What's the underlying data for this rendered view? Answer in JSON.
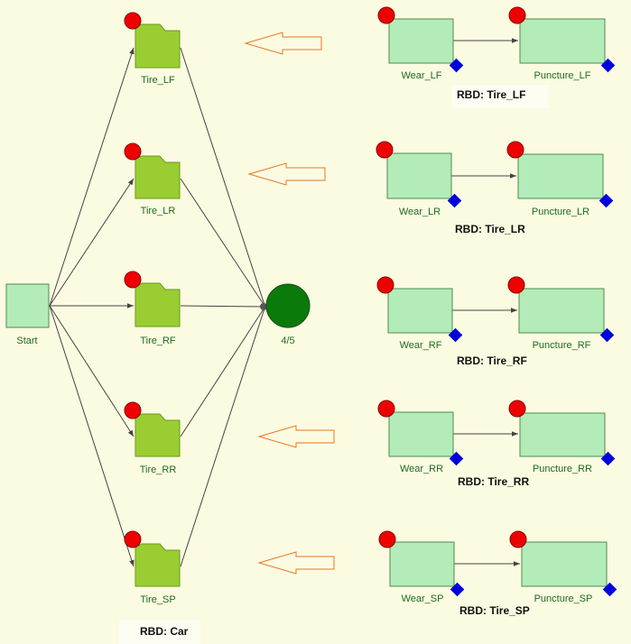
{
  "colors": {
    "background": "#fbfbe2",
    "block_fill": "#b3ecb8",
    "block_stroke": "#4e8c4e",
    "folder_fill": "#9acd32",
    "folder_stroke": "#6a9a1a",
    "failure_marker": "#ee0000",
    "maintenance_marker": "#0000dd",
    "gate_fill": "#0a7a0a",
    "connector": "#444444",
    "label_text": "#1e6b1e",
    "arrow_stroke": "#e87722"
  },
  "main_diagram": {
    "start": {
      "label": "Start",
      "icon": "block"
    },
    "subdiagrams": [
      {
        "label": "Tire_LF",
        "icon": "folder-icon"
      },
      {
        "label": "Tire_LR",
        "icon": "folder-icon"
      },
      {
        "label": "Tire_RF",
        "icon": "folder-icon"
      },
      {
        "label": "Tire_RR",
        "icon": "folder-icon"
      },
      {
        "label": "Tire_SP",
        "icon": "folder-icon"
      }
    ],
    "gate": {
      "label": "4/5"
    },
    "caption": "RBD: Car"
  },
  "sub_rbds": [
    {
      "caption": "RBD: Tire_LF",
      "blocks": [
        {
          "label": "Wear_LF"
        },
        {
          "label": "Puncture_LF"
        }
      ]
    },
    {
      "caption": "RBD: Tire_LR",
      "blocks": [
        {
          "label": "Wear_LR"
        },
        {
          "label": "Puncture_LR"
        }
      ]
    },
    {
      "caption": "RBD: Tire_RF",
      "blocks": [
        {
          "label": "Wear_RF"
        },
        {
          "label": "Puncture_RF"
        }
      ]
    },
    {
      "caption": "RBD: Tire_RR",
      "blocks": [
        {
          "label": "Wear_RR"
        },
        {
          "label": "Puncture_RR"
        }
      ]
    },
    {
      "caption": "RBD: Tire_SP",
      "blocks": [
        {
          "label": "Wear_SP"
        },
        {
          "label": "Puncture_SP"
        }
      ]
    }
  ]
}
